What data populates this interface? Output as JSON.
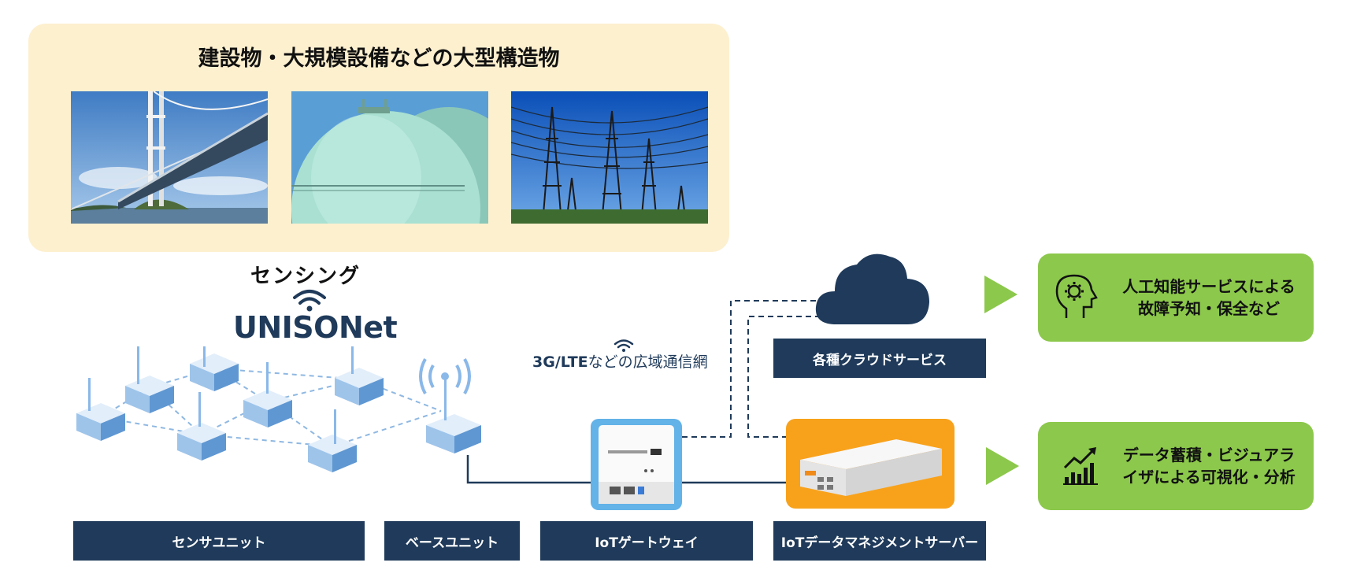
{
  "top": {
    "title": "建設物・大規模設備などの大型構造物"
  },
  "sensing": {
    "label": "センシング",
    "brand": "UNISONet"
  },
  "wan": {
    "label_bold": "3G/LTE",
    "label_rest": "などの広域通信網"
  },
  "cloud": {
    "label": "各種クラウドサービス"
  },
  "labels": {
    "sensor_unit": "センサユニット",
    "base_unit": "ベースユニット",
    "gateway": "IoTゲートウェイ",
    "server": "IoTデータマネジメントサーバー"
  },
  "outputs": {
    "ai": {
      "line1": "人工知能サービスによる",
      "line2": "故障予知・保全など"
    },
    "viz": {
      "line1": "データ蓄積・ビジュアラ",
      "line2": "イザによる可視化・分析"
    }
  },
  "colors": {
    "navy": "#1f3a5a",
    "green": "#8cc84b",
    "orange": "#f8a21c",
    "panel": "#fdf0cf",
    "sensor_blue": "#8ab8e8"
  }
}
